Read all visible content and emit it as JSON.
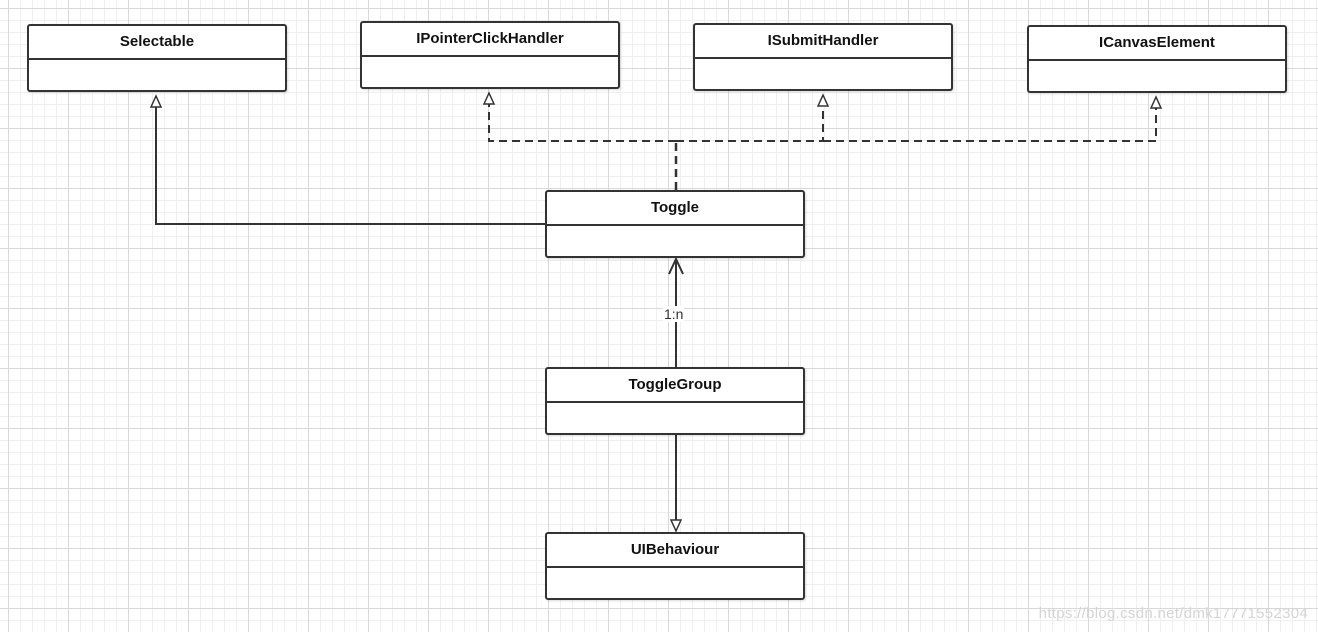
{
  "classes": {
    "selectable": "Selectable",
    "ipointerclickhandler": "IPointerClickHandler",
    "isubmithandler": "ISubmitHandler",
    "icanvaselement": "ICanvasElement",
    "toggle": "Toggle",
    "togglegroup": "ToggleGroup",
    "uibehaviour": "UIBehaviour"
  },
  "relations": {
    "group_multiplicity": "1:n"
  },
  "watermark": "https://blog.csdn.net/dmk17771552304",
  "colors": {
    "stroke": "#333333",
    "grid_major": "#d9d9d9",
    "grid_minor": "#efefef"
  }
}
